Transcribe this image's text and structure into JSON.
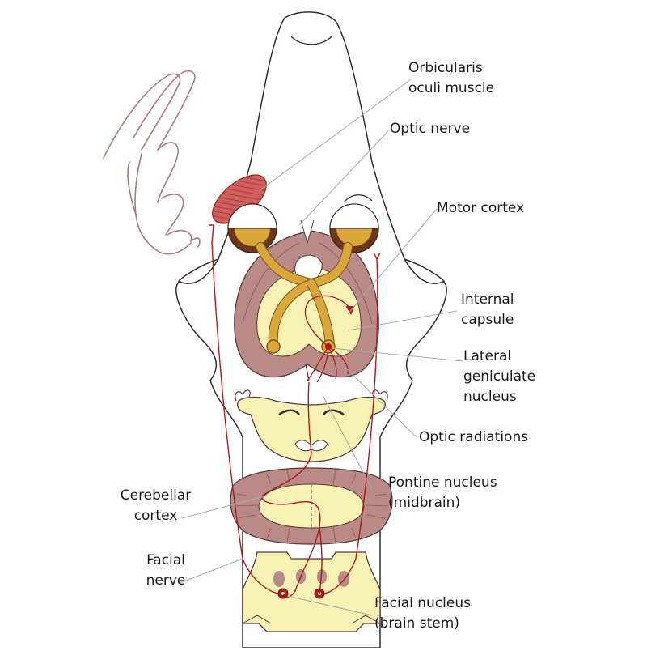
{
  "labels": {
    "orbicularis": [
      "Orbicularis",
      "oculi muscle"
    ],
    "optic_nerve": [
      "Optic nerve"
    ],
    "motor_cortex": [
      "Motor cortex"
    ],
    "internal_capsule": [
      "Internal",
      "capsule"
    ],
    "lgn": [
      "Lateral",
      "geniculate",
      "nucleus"
    ],
    "optic_radiations": [
      "Optic radiations"
    ],
    "pontine": [
      "Pontine nucleus",
      "(midbrain)"
    ],
    "cerebellar": [
      "Cerebellar",
      "cortex"
    ],
    "facial_nerve": [
      "Facial",
      "nerve"
    ],
    "facial_nucleus": [
      "Facial nucleus",
      "(brain stem)"
    ]
  },
  "colors": {
    "outline": "#3a2a2a",
    "nerve": "#b0191e",
    "cortex": "#b98a86",
    "white_matter": "#f8f1b4",
    "optic": "#d9a63a",
    "eye": "#6e3818",
    "muscle": "#c9504e",
    "hand": "#b07a78"
  }
}
